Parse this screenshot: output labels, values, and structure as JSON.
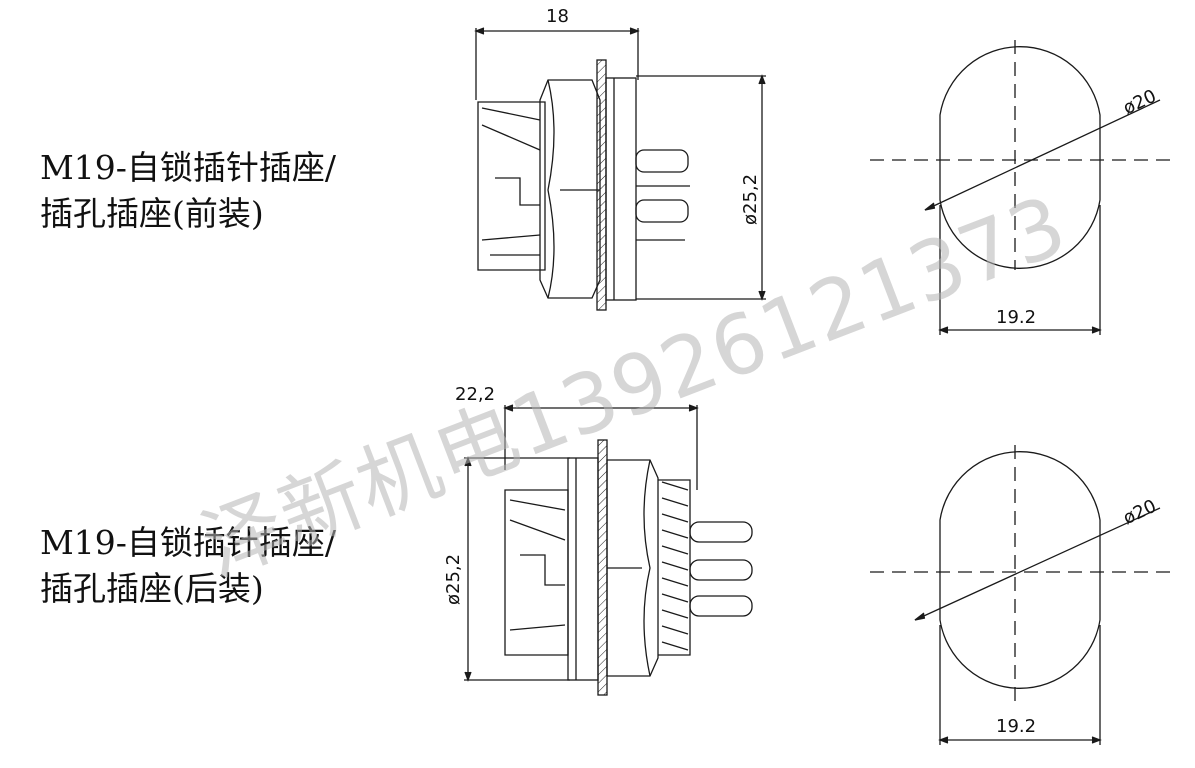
{
  "titles": {
    "front": {
      "line1": "M19-自锁插针插座/",
      "line2": "插孔插座(前装)"
    },
    "rear": {
      "line1": "M19-自锁插针插座/",
      "line2": "插孔插座(后装)"
    }
  },
  "dimensions": {
    "front_length": "18",
    "front_diameter": "ø25,2",
    "front_flat": "19.2",
    "front_cutout_diameter": "ø20",
    "rear_length": "22,2",
    "rear_diameter": "ø25,2",
    "rear_flat": "19.2",
    "rear_cutout_diameter": "ø20"
  },
  "watermark": "泽新机电13926121373",
  "colors": {
    "line": "#1a1a1a",
    "watermark": "#b4b4b4"
  }
}
